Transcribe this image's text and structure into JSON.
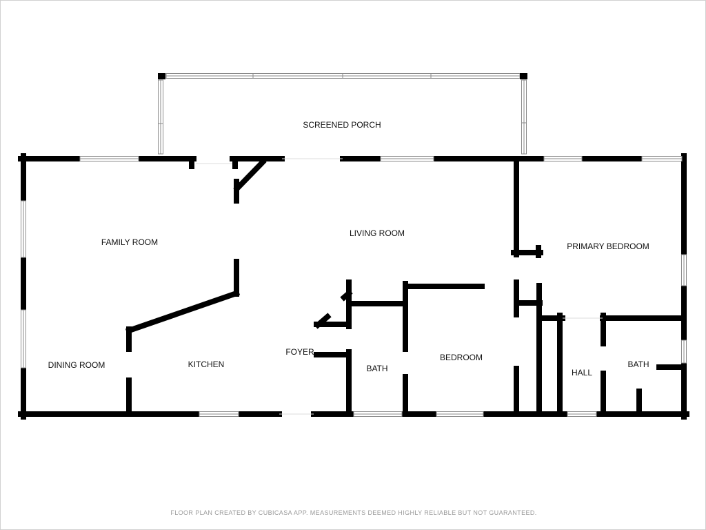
{
  "floor_plan": {
    "rooms": {
      "screened_porch": "SCREENED PORCH",
      "family_room": "FAMILY ROOM",
      "living_room": "LIVING ROOM",
      "primary_bedroom": "PRIMARY BEDROOM",
      "dining_room": "DINING ROOM",
      "kitchen": "KITCHEN",
      "foyer": "FOYER",
      "bath_1": "BATH",
      "bedroom": "BEDROOM",
      "hall": "HALL",
      "bath_2": "BATH"
    },
    "footer": "FLOOR PLAN CREATED BY CUBICASA APP. MEASUREMENTS DEEMED HIGHLY RELIABLE BUT NOT GUARANTEED.",
    "colors": {
      "wall": "#000000",
      "window": "#8a8a8a",
      "background": "#ffffff",
      "footer": "#9a9a9a"
    }
  }
}
